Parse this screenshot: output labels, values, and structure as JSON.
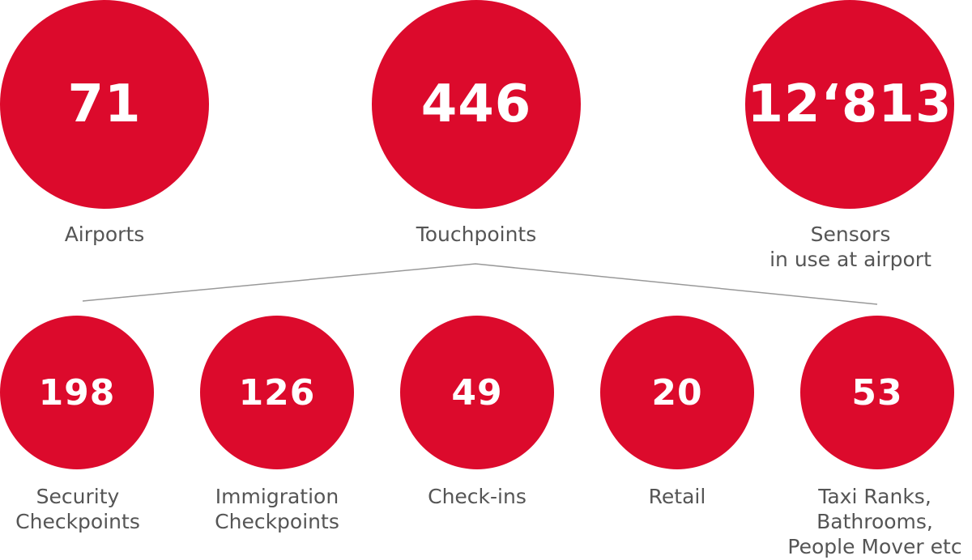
{
  "colors": {
    "circle_fill": "#dc0a2c",
    "label_text": "#555555",
    "connector_line": "#999999"
  },
  "top_stats": [
    {
      "value": "71",
      "label": "Airports"
    },
    {
      "value": "446",
      "label": "Touchpoints"
    },
    {
      "value": "12‘813",
      "label": "Sensors\nin use at airport"
    }
  ],
  "touchpoint_breakdown": [
    {
      "value": "198",
      "label": "Security\nCheckpoints"
    },
    {
      "value": "126",
      "label": "Immigration\nCheckpoints"
    },
    {
      "value": "49",
      "label": "Check-ins"
    },
    {
      "value": "20",
      "label": "Retail"
    },
    {
      "value": "53",
      "label": "Taxi Ranks,\nBathrooms,\nPeople Mover etc"
    }
  ]
}
